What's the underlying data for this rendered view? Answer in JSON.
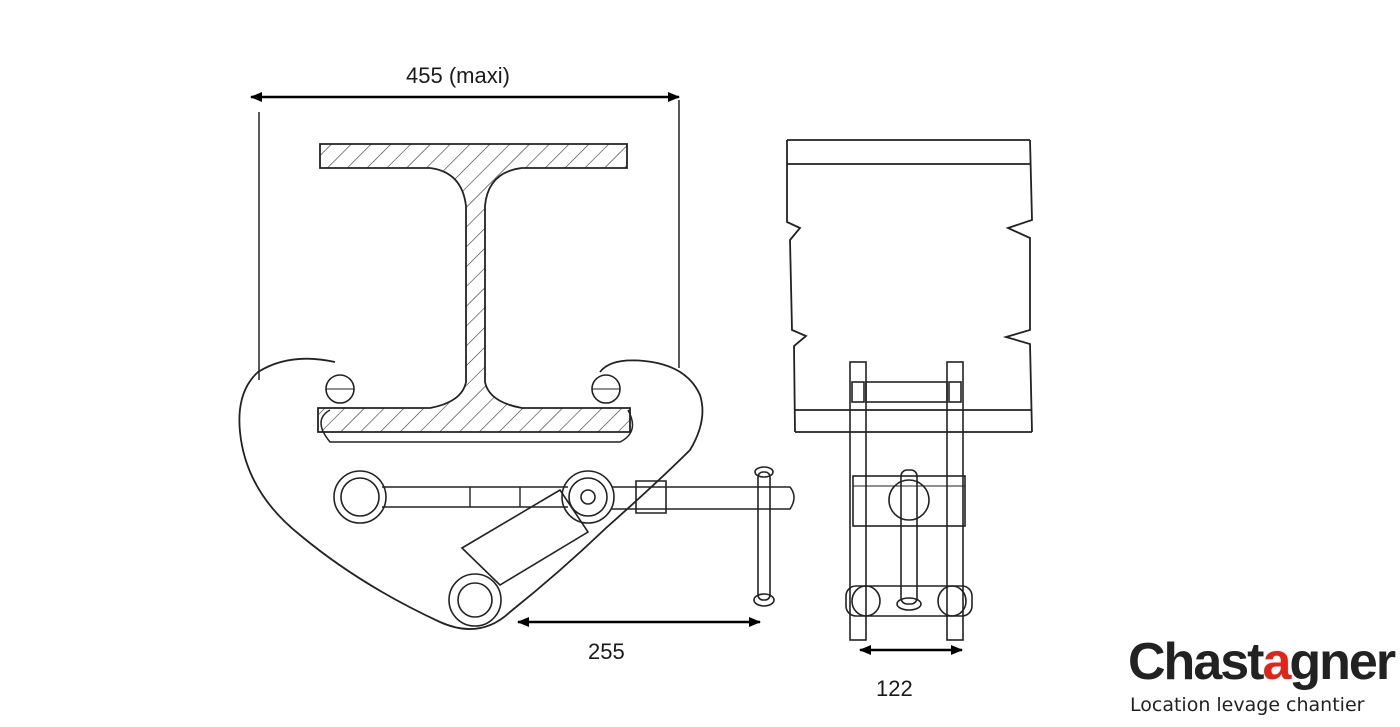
{
  "dimensions": {
    "width_max": "455 (maxi)",
    "length": "255",
    "depth": "122"
  },
  "logo": {
    "name_part1": "Chast",
    "name_accent": "a",
    "name_part2": "gner",
    "tagline": "Location levage chantier",
    "accent_color": "#e2231a"
  }
}
